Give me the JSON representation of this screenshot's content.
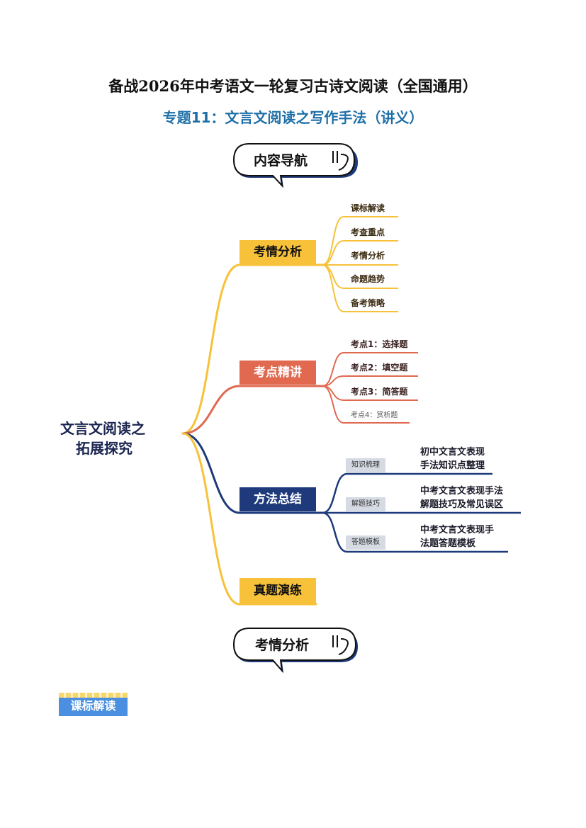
{
  "header": {
    "title": "备战2026年中考语文一轮复习古诗文阅读（全国通用）",
    "subtitle": "专题11：文言文阅读之写作手法（讲义）"
  },
  "nav_bubble": {
    "label": "内容导航"
  },
  "mindmap": {
    "root": [
      "文言文阅读之",
      "拓展探究"
    ],
    "branches": [
      {
        "label": "考情分析",
        "color": "#f7c23a",
        "items": [
          "课标解读",
          "考查重点",
          "考情分析",
          "命题趋势",
          "备考策略"
        ]
      },
      {
        "label": "考点精讲",
        "color": "#e0694f",
        "items": [
          "考点1：选择题",
          "考点2：填空题",
          "考点3：简答题",
          "考点4：赏析题"
        ]
      },
      {
        "label": "方法总结",
        "color": "#1e3a7a",
        "items": [
          {
            "tag": "知识梳理",
            "text": [
              "初中文言文表现",
              "手法知识点整理"
            ]
          },
          {
            "tag": "解题技巧",
            "text": [
              "中考文言文表现手法",
              "解题技巧及常见误区"
            ]
          },
          {
            "tag": "答题模板",
            "text": [
              "中考文言文表现手",
              "法题答题模板"
            ]
          }
        ]
      },
      {
        "label": "真题演练",
        "color": "#f7c23a"
      }
    ]
  },
  "section_bubble": {
    "label": "考情分析"
  },
  "section_tag": {
    "label": "课标解读"
  }
}
